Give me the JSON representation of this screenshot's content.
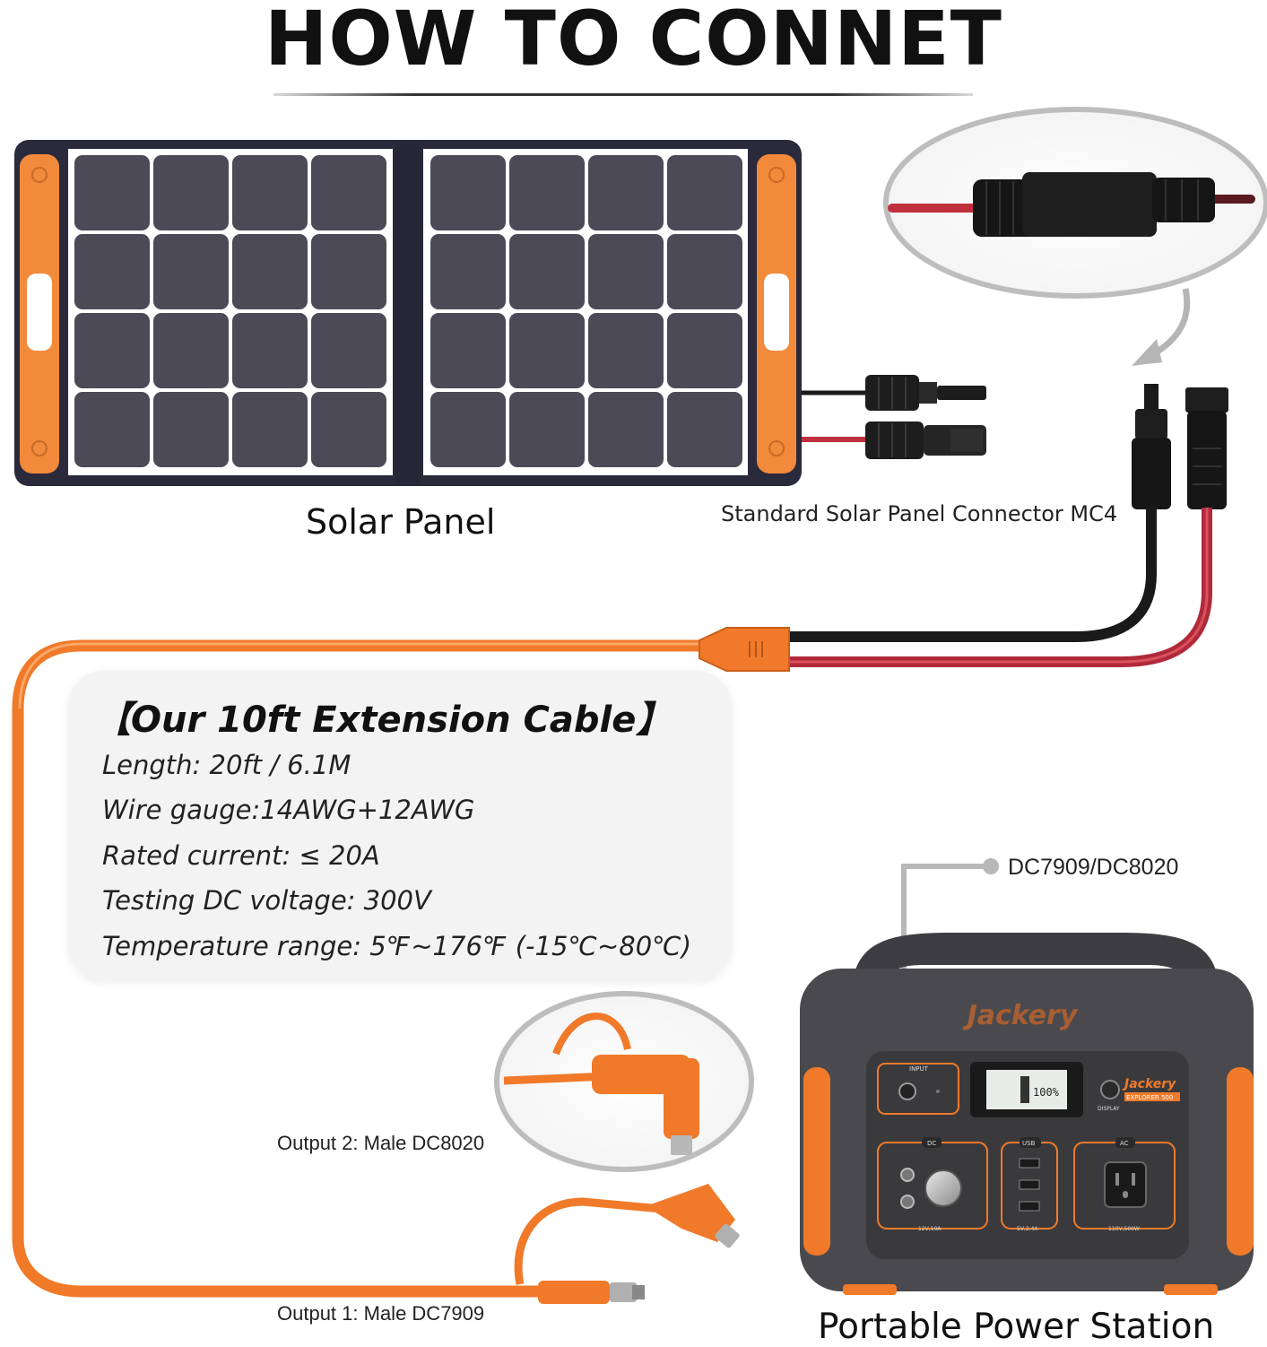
{
  "title": "HOW TO CONNET",
  "labels": {
    "solar_panel": "Solar Panel",
    "mc4": "Standard Solar Panel Connector MC4",
    "dc_port": "DC7909/DC8020",
    "output2": "Output 2: Male DC8020",
    "output1": "Output 1: Male DC7909",
    "power_station": "Portable Power Station"
  },
  "specs": {
    "title": "【Our 10ft Extension Cable】",
    "lines": [
      "Length: 20ft / 6.1M",
      "Wire gauge:14AWG+12AWG",
      "Rated current: ≤ 20A",
      "Testing DC voltage: 300V",
      "Temperature range: 5℉~176℉ (-15℃~80℃)"
    ]
  },
  "device": {
    "brand": "Jackery",
    "model": "EXPLORER 500",
    "input_label": "INPUT",
    "display_label": "DISPLAY",
    "screen_percent": "100%",
    "dc_label": "DC",
    "usb_label": "USB",
    "ac_label": "AC",
    "dc_rating": "12V,10A",
    "usb_rating": "5V,2.4A",
    "ac_rating": "110V,500W"
  },
  "colors": {
    "cable_orange": "#f07a2a",
    "panel_orange": "#f28a3c",
    "wire_red": "#c0303e",
    "wire_black": "#1a1a1a",
    "cell": "#4c4a56",
    "frame": "#2a2a3c",
    "device_body": "#4a4a4e"
  }
}
